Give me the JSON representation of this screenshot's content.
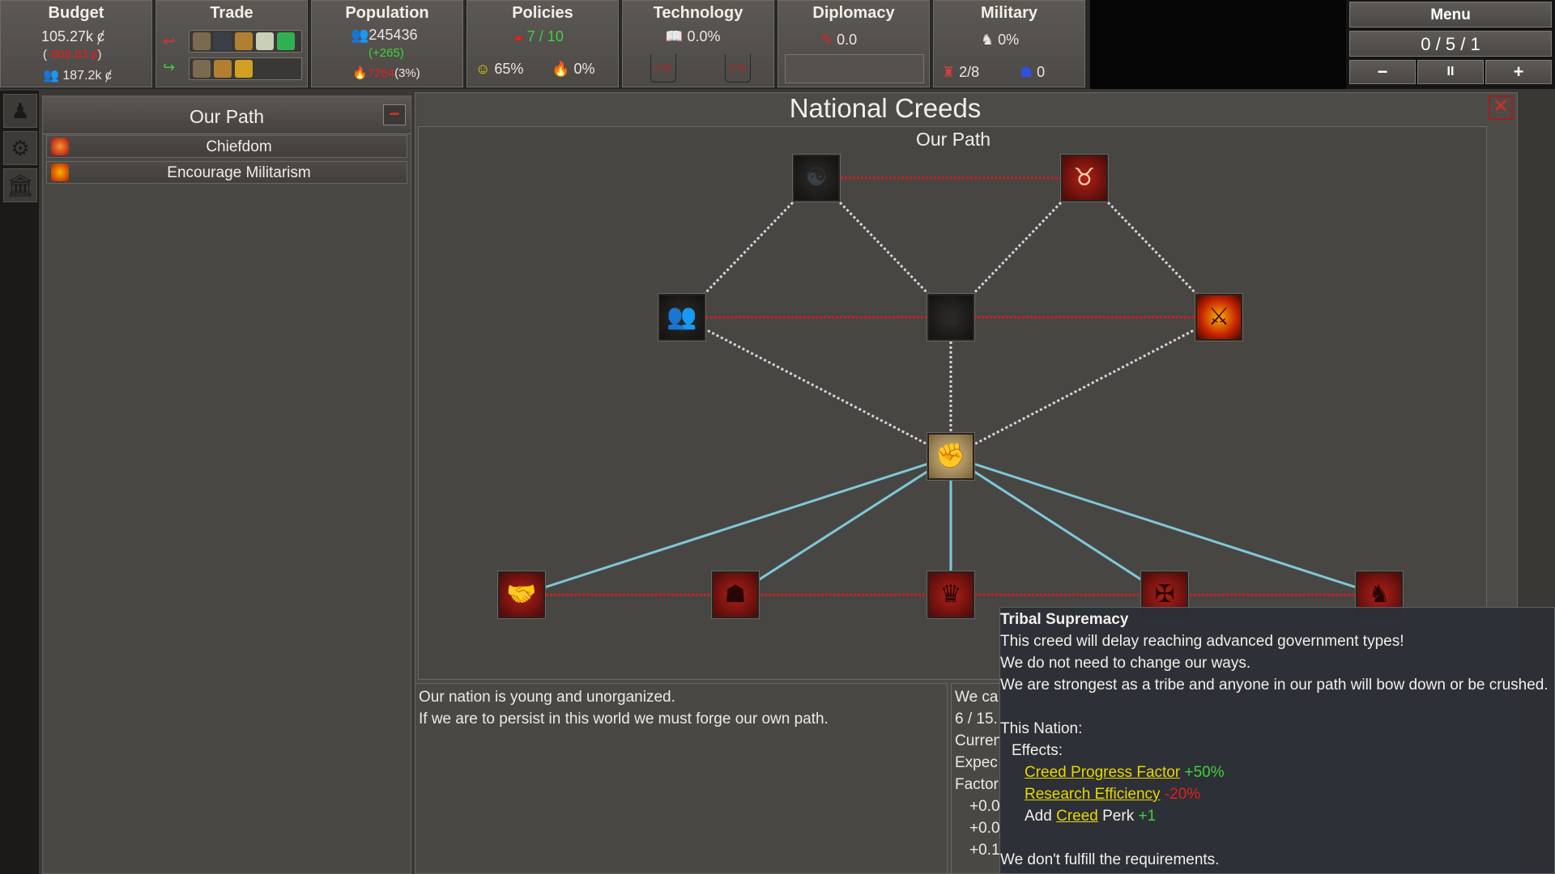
{
  "topbar": {
    "budget": {
      "title": "Budget",
      "amount": "105.27k ȼ",
      "paren_open": "(",
      "change": "-808.83 ȼ",
      "paren_close": ")",
      "sub": "187.2k ȼ"
    },
    "trade": {
      "title": "Trade"
    },
    "population": {
      "title": "Population",
      "total": "245436",
      "growth": "(+265)",
      "unrest_value": "7264",
      "unrest_pct": "(3%)"
    },
    "policies": {
      "title": "Policies",
      "count": "7 / 10",
      "happiness": "65%",
      "fire": "0%"
    },
    "technology": {
      "title": "Technology",
      "value": "0.0%",
      "left_slot": "0.9k",
      "right_slot": "0.9k"
    },
    "diplomacy": {
      "title": "Diplomacy",
      "value": "0.0"
    },
    "military": {
      "title": "Military",
      "pct": "0%",
      "units": "2/8",
      "other": "0"
    }
  },
  "menu": {
    "title": "Menu",
    "speed": "0 / 5 / 1",
    "minus": "−",
    "pause": "II",
    "plus": "+"
  },
  "our_path_list": {
    "title": "Our Path",
    "collapse": "−",
    "items": [
      {
        "label": "Chiefdom"
      },
      {
        "label": "Encourage Militarism"
      }
    ]
  },
  "creeds": {
    "title": "National Creeds",
    "subtitle": "Our Path",
    "close": "✕"
  },
  "description": {
    "line1": "Our nation is young and unorganized.",
    "line2": "If we are to persist in this world we must forge our own path."
  },
  "side_panel": {
    "lines": [
      "We ca",
      "6 / 15.",
      "Curren",
      "Expec",
      "Factor"
    ],
    "vals": [
      "+0.0",
      "+0.0",
      "+0.1"
    ]
  },
  "tooltip": {
    "title": "Tribal Supremacy",
    "warning": "This creed will delay reaching advanced government types!",
    "line1": "We do not need to change our ways.",
    "line2": "We are strongest as a tribe and anyone in our path will bow down or be crushed.",
    "nation_label": "This Nation:",
    "effects_label": "Effects:",
    "effect1_link": "Creed Progress Factor",
    "effect1_val": "+50%",
    "effect2_link": "Research Efficiency",
    "effect2_val": "-20%",
    "effect3_pre": "Add",
    "effect3_link": "Creed",
    "effect3_post": "Perk",
    "effect3_val": "+1",
    "requirement": "We don't fulfill the requirements."
  },
  "colors": {
    "accent_red": "#e02020",
    "accent_green": "#3fd23f",
    "link_yellow": "#e8d800",
    "connector_blue": "#7fc8d8",
    "connector_red": "#c82020"
  }
}
